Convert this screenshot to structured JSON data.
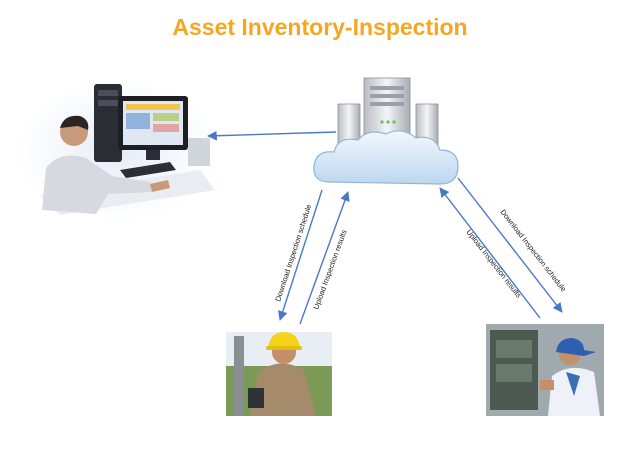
{
  "title": "Asset Inventory-Inspection",
  "colors": {
    "title": "#F5A623",
    "arrow": "#4A78C8",
    "cloud": "#CFE3F5",
    "cloud_edge": "#8FB6DA"
  },
  "nodes": {
    "office": {
      "icon": "office-worker-computer-icon"
    },
    "server": {
      "icon": "server-cloud-icon"
    },
    "field_left": {
      "icon": "field-worker-hardhat-icon"
    },
    "field_right": {
      "icon": "field-worker-cap-icon"
    }
  },
  "links": {
    "left_download": "Download Inspection schedule",
    "left_upload": "Upload Inspection results",
    "right_upload": "Upload Inspection results",
    "right_download": "Download Inspection schedule"
  }
}
